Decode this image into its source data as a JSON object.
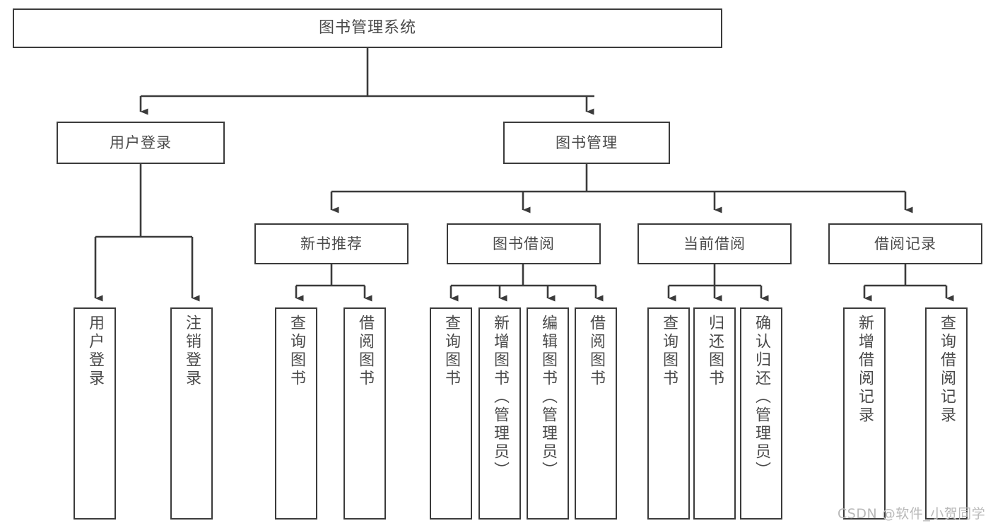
{
  "diagram": {
    "type": "tree-hierarchy-chart",
    "title": "图书管理系统",
    "watermark": "CSDN @软件_小贺同学",
    "colors": {
      "background": "#ffffff",
      "box_border": "#3b3b3b",
      "text": "#4a4a4a",
      "connector": "#3b3b3b",
      "watermark": "#b9b9b9"
    },
    "nodes": {
      "root": {
        "label": "图书管理系统"
      },
      "level1": [
        {
          "id": "user-login",
          "label": "用户登录"
        },
        {
          "id": "book-management",
          "label": "图书管理"
        }
      ],
      "level2": [
        {
          "id": "new-book-recommend",
          "label": "新书推荐"
        },
        {
          "id": "book-borrow",
          "label": "图书借阅"
        },
        {
          "id": "current-borrow",
          "label": "当前借阅"
        },
        {
          "id": "borrow-record",
          "label": "借阅记录"
        }
      ],
      "leaves": {
        "user_login": [
          {
            "id": "leaf-user-login",
            "label": "用户登录"
          },
          {
            "id": "leaf-logout-login",
            "label": "注销登录"
          }
        ],
        "new_book_recommend": [
          {
            "id": "leaf-query-book-1",
            "label": "查询图书"
          },
          {
            "id": "leaf-borrow-book-1",
            "label": "借阅图书"
          }
        ],
        "book_borrow": [
          {
            "id": "leaf-query-book-2",
            "label": "查询图书"
          },
          {
            "id": "leaf-add-book",
            "label": "新增图书（管理员）"
          },
          {
            "id": "leaf-edit-book",
            "label": "编辑图书（管理员）"
          },
          {
            "id": "leaf-borrow-book-2",
            "label": "借阅图书"
          }
        ],
        "current_borrow": [
          {
            "id": "leaf-query-book-3",
            "label": "查询图书"
          },
          {
            "id": "leaf-return-book",
            "label": "归还图书"
          },
          {
            "id": "leaf-confirm-return",
            "label": "确认归还（管理员）"
          }
        ],
        "borrow_record": [
          {
            "id": "leaf-add-record",
            "label": "新增借阅记录"
          },
          {
            "id": "leaf-query-record",
            "label": "查询借阅记录"
          }
        ]
      }
    }
  }
}
